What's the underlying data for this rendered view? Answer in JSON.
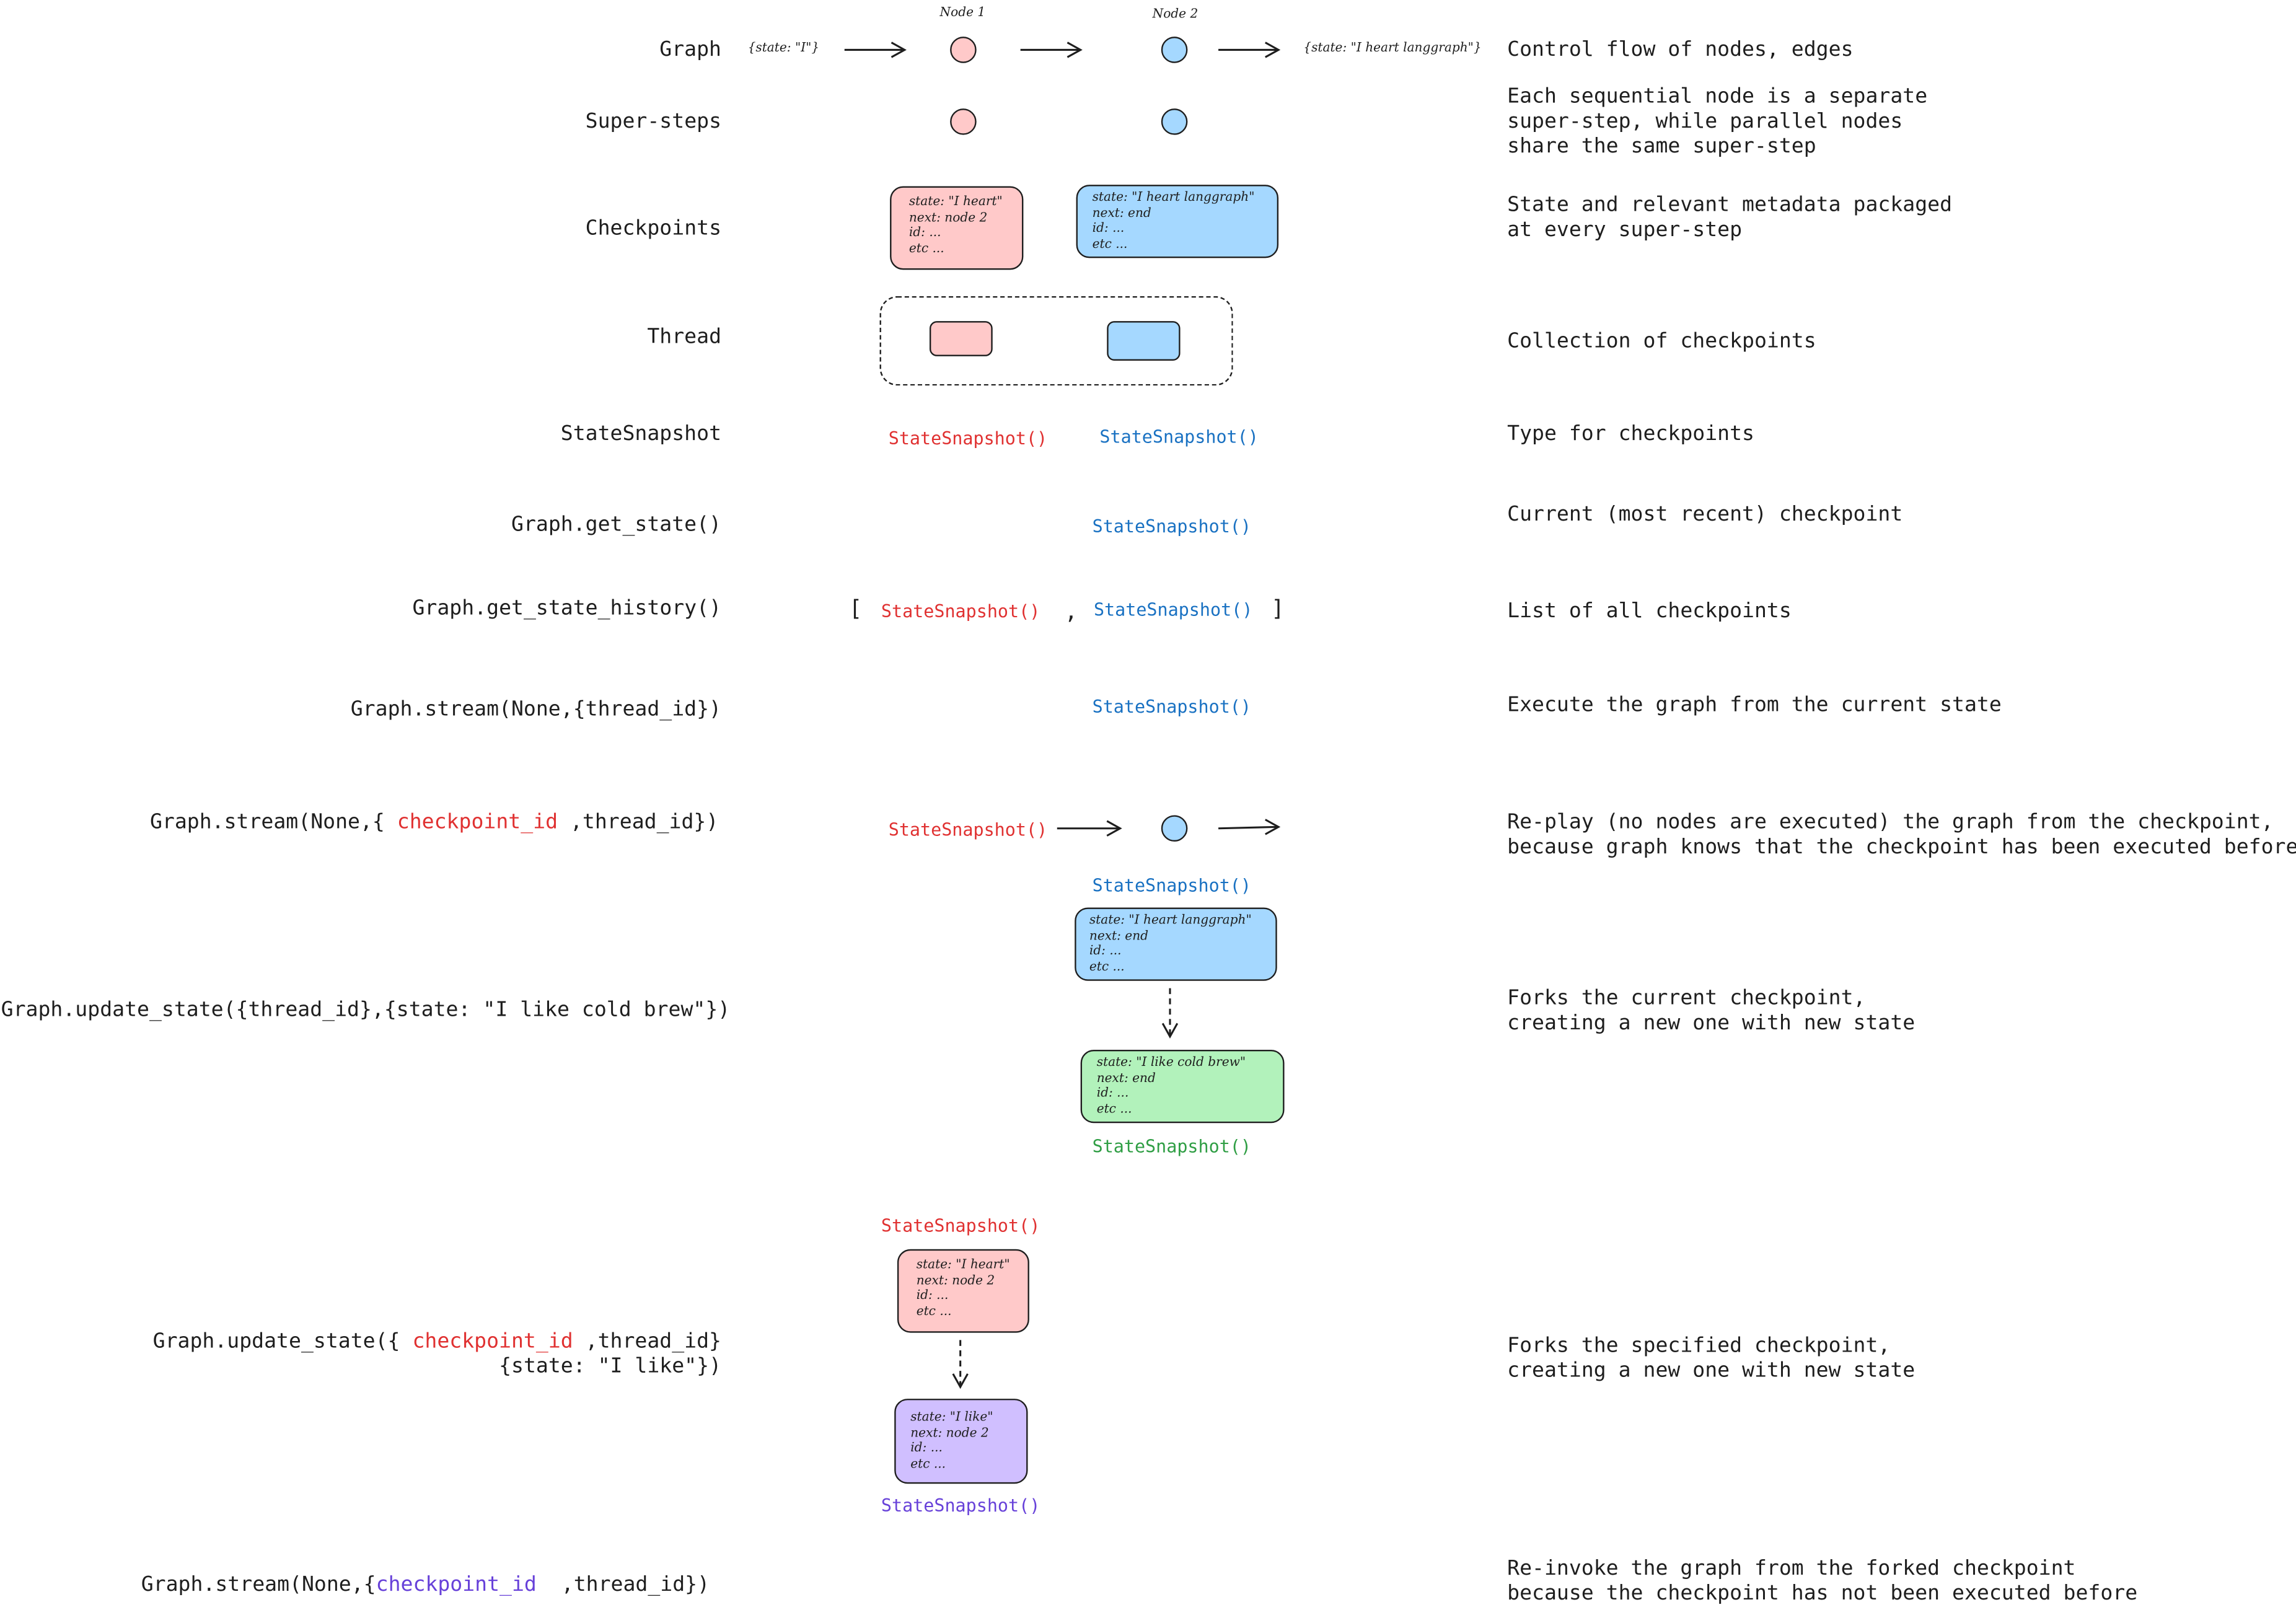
{
  "colors": {
    "ink": "#1e1e1e",
    "red_fill": "#ffc9c9",
    "blue_fill": "#a5d8ff",
    "green_fill": "#b2f2bb",
    "purple_fill": "#d0bfff",
    "red_text": "#e03131",
    "blue_text": "#1971c2",
    "green_text": "#2f9e44",
    "purple_text": "#6741d9"
  },
  "rows": {
    "graph": {
      "label": "Graph",
      "desc": "Control flow of nodes, edges",
      "input_state": "{state: \"I\"}",
      "output_state": "{state: \"I heart langgraph\"}",
      "node1_label": "Node 1",
      "node2_label": "Node 2"
    },
    "supersteps": {
      "label": "Super-steps",
      "desc": "Each sequential node is a separate\nsuper-step, while parallel nodes\nshare the same super-step"
    },
    "checkpoints": {
      "label": "Checkpoints",
      "desc": "State and relevant metadata packaged\nat every super-step",
      "red_box": "state: \"I heart\"\nnext: node 2\nid: ...\netc ...",
      "blue_box": "state: \"I heart langgraph\"\nnext: end\nid: ...\netc ..."
    },
    "thread": {
      "label": "Thread",
      "desc": "Collection of checkpoints"
    },
    "statesnapshot": {
      "label": "StateSnapshot",
      "desc": "Type for checkpoints",
      "red": "StateSnapshot()",
      "blue": "StateSnapshot()"
    },
    "get_state": {
      "label": "Graph.get_state()",
      "desc": "Current (most recent) checkpoint",
      "blue": "StateSnapshot()"
    },
    "get_state_history": {
      "label": "Graph.get_state_history()",
      "desc": "List of all checkpoints",
      "open": "[",
      "red": "StateSnapshot()",
      "comma": ",",
      "blue": "StateSnapshot()",
      "close": "]"
    },
    "stream_thread": {
      "label": "Graph.stream(None,{thread_id})",
      "desc": "Execute the graph from the current state",
      "blue": "StateSnapshot()"
    },
    "stream_replay": {
      "label_prefix": "Graph.stream(None,{ ",
      "label_highlight": "checkpoint_id",
      "label_suffix": " ,thread_id})",
      "desc": "Re-play (no nodes are executed) the graph from the checkpoint,\nbecause graph knows that the checkpoint has been executed before",
      "red": "StateSnapshot()"
    },
    "update_thread": {
      "label": "Graph.update_state({thread_id},{state: \"I like cold brew\"})",
      "desc": "Forks the current checkpoint,\ncreating a new one with new state",
      "blue_top": "StateSnapshot()",
      "blue_box": "state: \"I heart langgraph\"\nnext: end\nid: ...\netc ...",
      "green_box": "state: \"I like cold brew\"\nnext: end\nid: ...\netc ...",
      "green_bottom": "StateSnapshot()"
    },
    "update_checkpoint": {
      "label_prefix": "Graph.update_state({ ",
      "label_highlight": "checkpoint_id",
      "label_suffix": " ,thread_id}",
      "label_line2": "{state: \"I like\"})",
      "desc": "Forks the specified checkpoint,\ncreating a new one with new state",
      "red_top": "StateSnapshot()",
      "red_box": "state: \"I heart\"\nnext: node 2\nid: ...\netc ...",
      "purple_box": "state: \"I like\"\nnext: node 2\nid: ...\netc ...",
      "purple_bottom": "StateSnapshot()"
    },
    "stream_forked": {
      "label_prefix": "Graph.stream(None,{",
      "label_highlight": "checkpoint_id",
      "label_suffix": "  ,thread_id})",
      "desc": "Re-invoke the graph from the forked checkpoint\nbecause the checkpoint has not been executed before"
    }
  }
}
